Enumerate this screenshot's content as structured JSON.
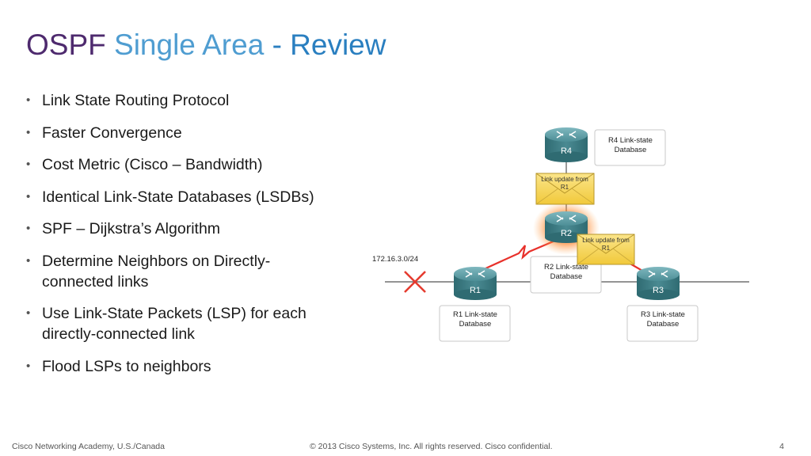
{
  "title": {
    "part1": "OSPF",
    "part2": "Single Area",
    "part3": "- Review"
  },
  "bullets": [
    "Link State Routing Protocol",
    "Faster Convergence",
    "Cost Metric (Cisco – Bandwidth)",
    "Identical Link-State Databases (LSDBs)",
    "SPF – Dijkstra’s Algorithm",
    "Determine Neighbors on Directly-connected links",
    "Use Link-State Packets (LSP) for each directly-connected link",
    "Flood LSPs to neighbors"
  ],
  "diagram": {
    "network_label": "172.16.3.0/24",
    "routers": {
      "r1": "R1",
      "r2": "R2",
      "r3": "R3",
      "r4": "R4"
    },
    "databases": {
      "r1": [
        "R1 Link-state",
        "Database"
      ],
      "r2": [
        "R2 Link-state",
        "Database"
      ],
      "r3": [
        "R3 Link-state",
        "Database"
      ],
      "r4": [
        "R4 Link-state",
        "Database"
      ]
    },
    "envelopes": {
      "top": [
        "Link update from",
        "R1"
      ],
      "right": [
        "Link update from",
        "R1"
      ]
    }
  },
  "footer": {
    "left": "Cisco Networking Academy, U.S./Canada",
    "center": "© 2013 Cisco Systems, Inc. All rights reserved. Cisco confidential.",
    "page_number": "4"
  },
  "colors": {
    "title_dark": "#4e2a6e",
    "title_light": "#4f9dd1",
    "link_red": "#e8312b",
    "router_teal": "#3e7f86",
    "envelope_yellow": "#f7d54e"
  }
}
